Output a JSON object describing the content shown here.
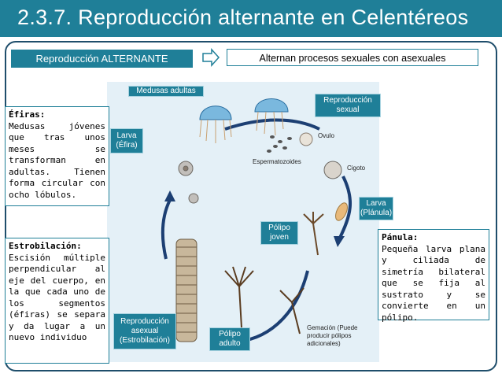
{
  "title": "2.3.7. Reproducción alternante en Celentéreos",
  "subtitle_left": "Reproducción ALTERNANTE",
  "subtitle_right": "Alternan procesos sexuales con asexuales",
  "diagram": {
    "medusas_adultas": "Medusas adultas",
    "reproduccion_sexual": "Reproducción sexual",
    "larva_efira": "Larva (Éfira)",
    "ovulo": "Ovulo",
    "espermatozoides": "Espermatozoides",
    "cigoto": "Cigoto",
    "larva_planula": "Larva (Plánula)",
    "polipo_joven": "Pólipo joven",
    "reproduccion_asexual": "Reproducción asexual (Estrobilación)",
    "polipo_adulto": "Pólipo adulto",
    "gemacion": "Gemación (Puede producir pólipos adicionales)"
  },
  "efiras": {
    "heading": "Éfiras:",
    "text": "Medusas jóvenes que tras unos meses se transforman en adultas. Tienen forma circular con ocho lóbulos."
  },
  "estrobilacion": {
    "heading": "Estrobilación:",
    "text": "Escisión múltiple perpendicular al eje del cuerpo, en la que cada uno de los segmentos (éfiras) se separa y da lugar a un nuevo individuo"
  },
  "planula": {
    "heading": "Pánula:",
    "text": "Pequeña larva plana y ciliada de simetría bilateral que se fija al sustrato y se convierte en un pólipo."
  },
  "colors": {
    "accent": "#1f7f98",
    "frame": "#1f4e6b",
    "diagram_bg": "#e4f0f7"
  }
}
